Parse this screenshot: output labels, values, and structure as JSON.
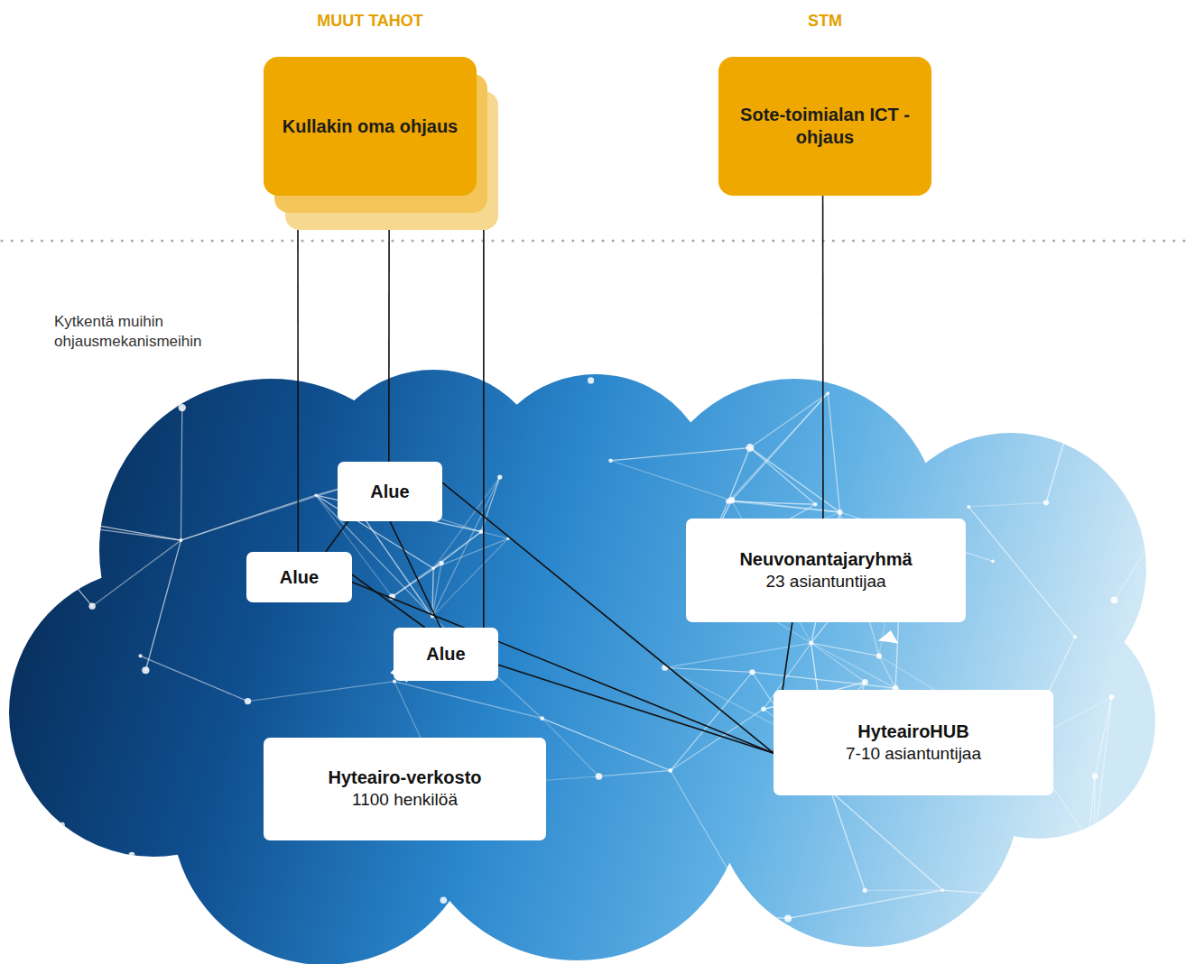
{
  "diagram": {
    "nodes": [
      {
        "text": [
          "MUUT TAHOT",
          "Kullakin oma ohjaus"
        ]
      },
      {
        "text": [
          "STM",
          "Sote-toimialan ICT -ohjaus"
        ]
      },
      {
        "text": [
          "Alue"
        ]
      },
      {
        "text": [
          "Neuvonantajaryhmä",
          "23 asiantuntijaa"
        ]
      },
      {
        "text": [
          "Alue"
        ]
      },
      {
        "text": [
          "Alue"
        ]
      },
      {
        "text": [
          "HyteairoHUB",
          "7-10 asiantuntijaa"
        ]
      },
      {
        "text": [
          "Hyteairo-verkosto",
          "1100 henkilöä"
        ]
      }
    ],
    "edges": [
      {
        "from": 0,
        "to": 4,
        "arrow": "none"
      },
      {
        "from": 0,
        "to": 2,
        "arrow": "none"
      },
      {
        "from": 0,
        "to": 5,
        "arrow": "none"
      },
      {
        "from": 1,
        "to": 3,
        "arrow": "none"
      },
      {
        "from": 2,
        "to": 4,
        "arrow": "none"
      },
      {
        "from": 2,
        "to": 5,
        "arrow": "none"
      },
      {
        "from": 4,
        "to": 5,
        "arrow": "none"
      },
      {
        "from": 2,
        "to": 6,
        "arrow": "none"
      },
      {
        "from": 4,
        "to": 6,
        "arrow": "none"
      },
      {
        "from": 5,
        "to": 6,
        "arrow": "none"
      },
      {
        "from": 3,
        "to": 6,
        "arrow": "none"
      }
    ],
    "labels": [
      "Kytkentä muihin ohjausmekanismeihin"
    ]
  }
}
